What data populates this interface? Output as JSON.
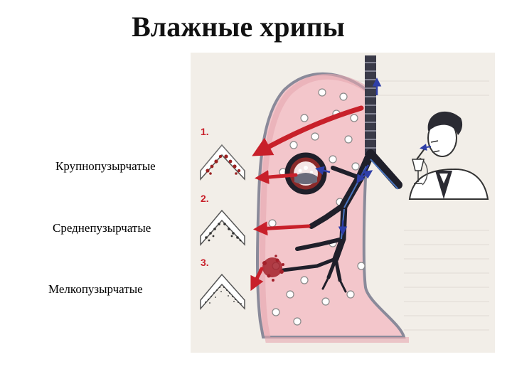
{
  "title": "Влажные хрипы",
  "labels": {
    "large": "Крупнопузырчатые",
    "medium": "Среднепузырчатые",
    "small": "Мелкопузырчатые"
  },
  "figure": {
    "markers": [
      "1.",
      "2.",
      "3."
    ]
  },
  "colors": {
    "lung_fill": "#f3c6cb",
    "lung_outline": "#8a8a9a",
    "arrow": "#c8202a",
    "airway": "#1f1f2a",
    "blue_arrow": "#2f3fa8",
    "paper": "#f2eee8"
  }
}
